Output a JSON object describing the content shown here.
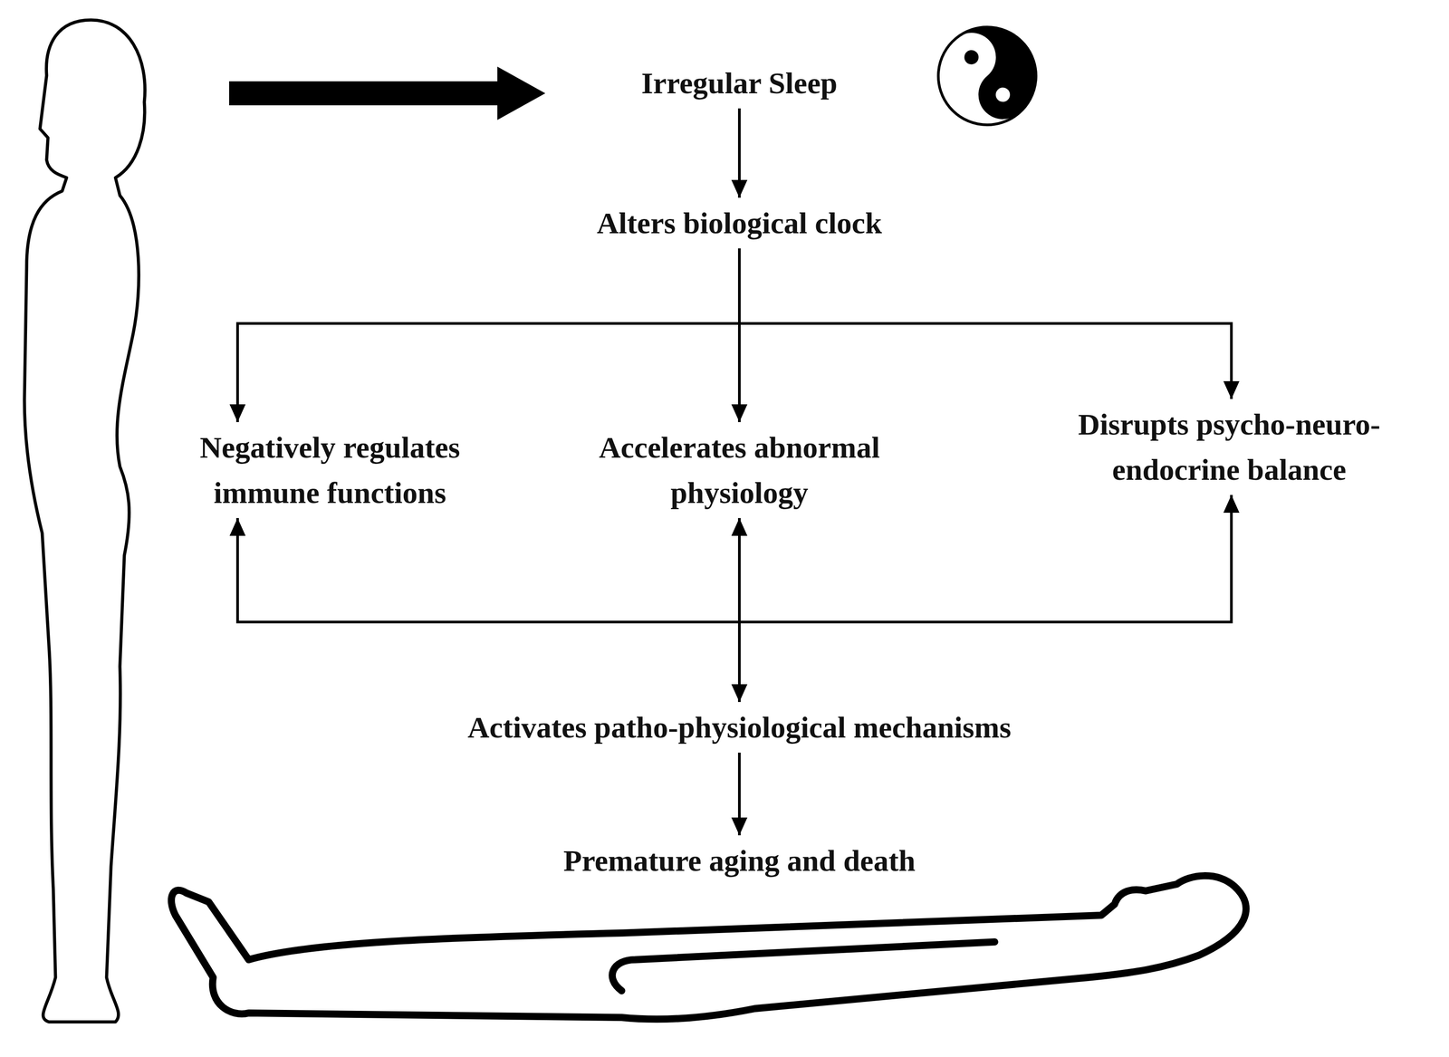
{
  "diagram": {
    "nodes": [
      {
        "text": [
          "Irregular Sleep"
        ]
      },
      {
        "text": [
          "Alters biological clock"
        ]
      },
      {
        "text": [
          "Negatively regulates immune functions"
        ]
      },
      {
        "text": [
          "Accelerates abnormal physiology"
        ]
      },
      {
        "text": [
          "Disrupts psycho-neuro-endocrine balance"
        ]
      },
      {
        "text": [
          "Activates patho-physiological mechanisms"
        ]
      },
      {
        "text": [
          "Premature aging and death"
        ]
      }
    ],
    "edges": [
      {
        "from": 0,
        "to": 1,
        "arrow": "to"
      },
      {
        "from": 1,
        "to": 2,
        "arrow": "to"
      },
      {
        "from": 1,
        "to": 3,
        "arrow": "to"
      },
      {
        "from": 1,
        "to": 4,
        "arrow": "to"
      },
      {
        "from": 3,
        "to": 5,
        "arrow": "both"
      },
      {
        "from": 5,
        "to": 2,
        "arrow": "to"
      },
      {
        "from": 5,
        "to": 4,
        "arrow": "to"
      },
      {
        "from": 5,
        "to": 6,
        "arrow": "to"
      }
    ]
  }
}
